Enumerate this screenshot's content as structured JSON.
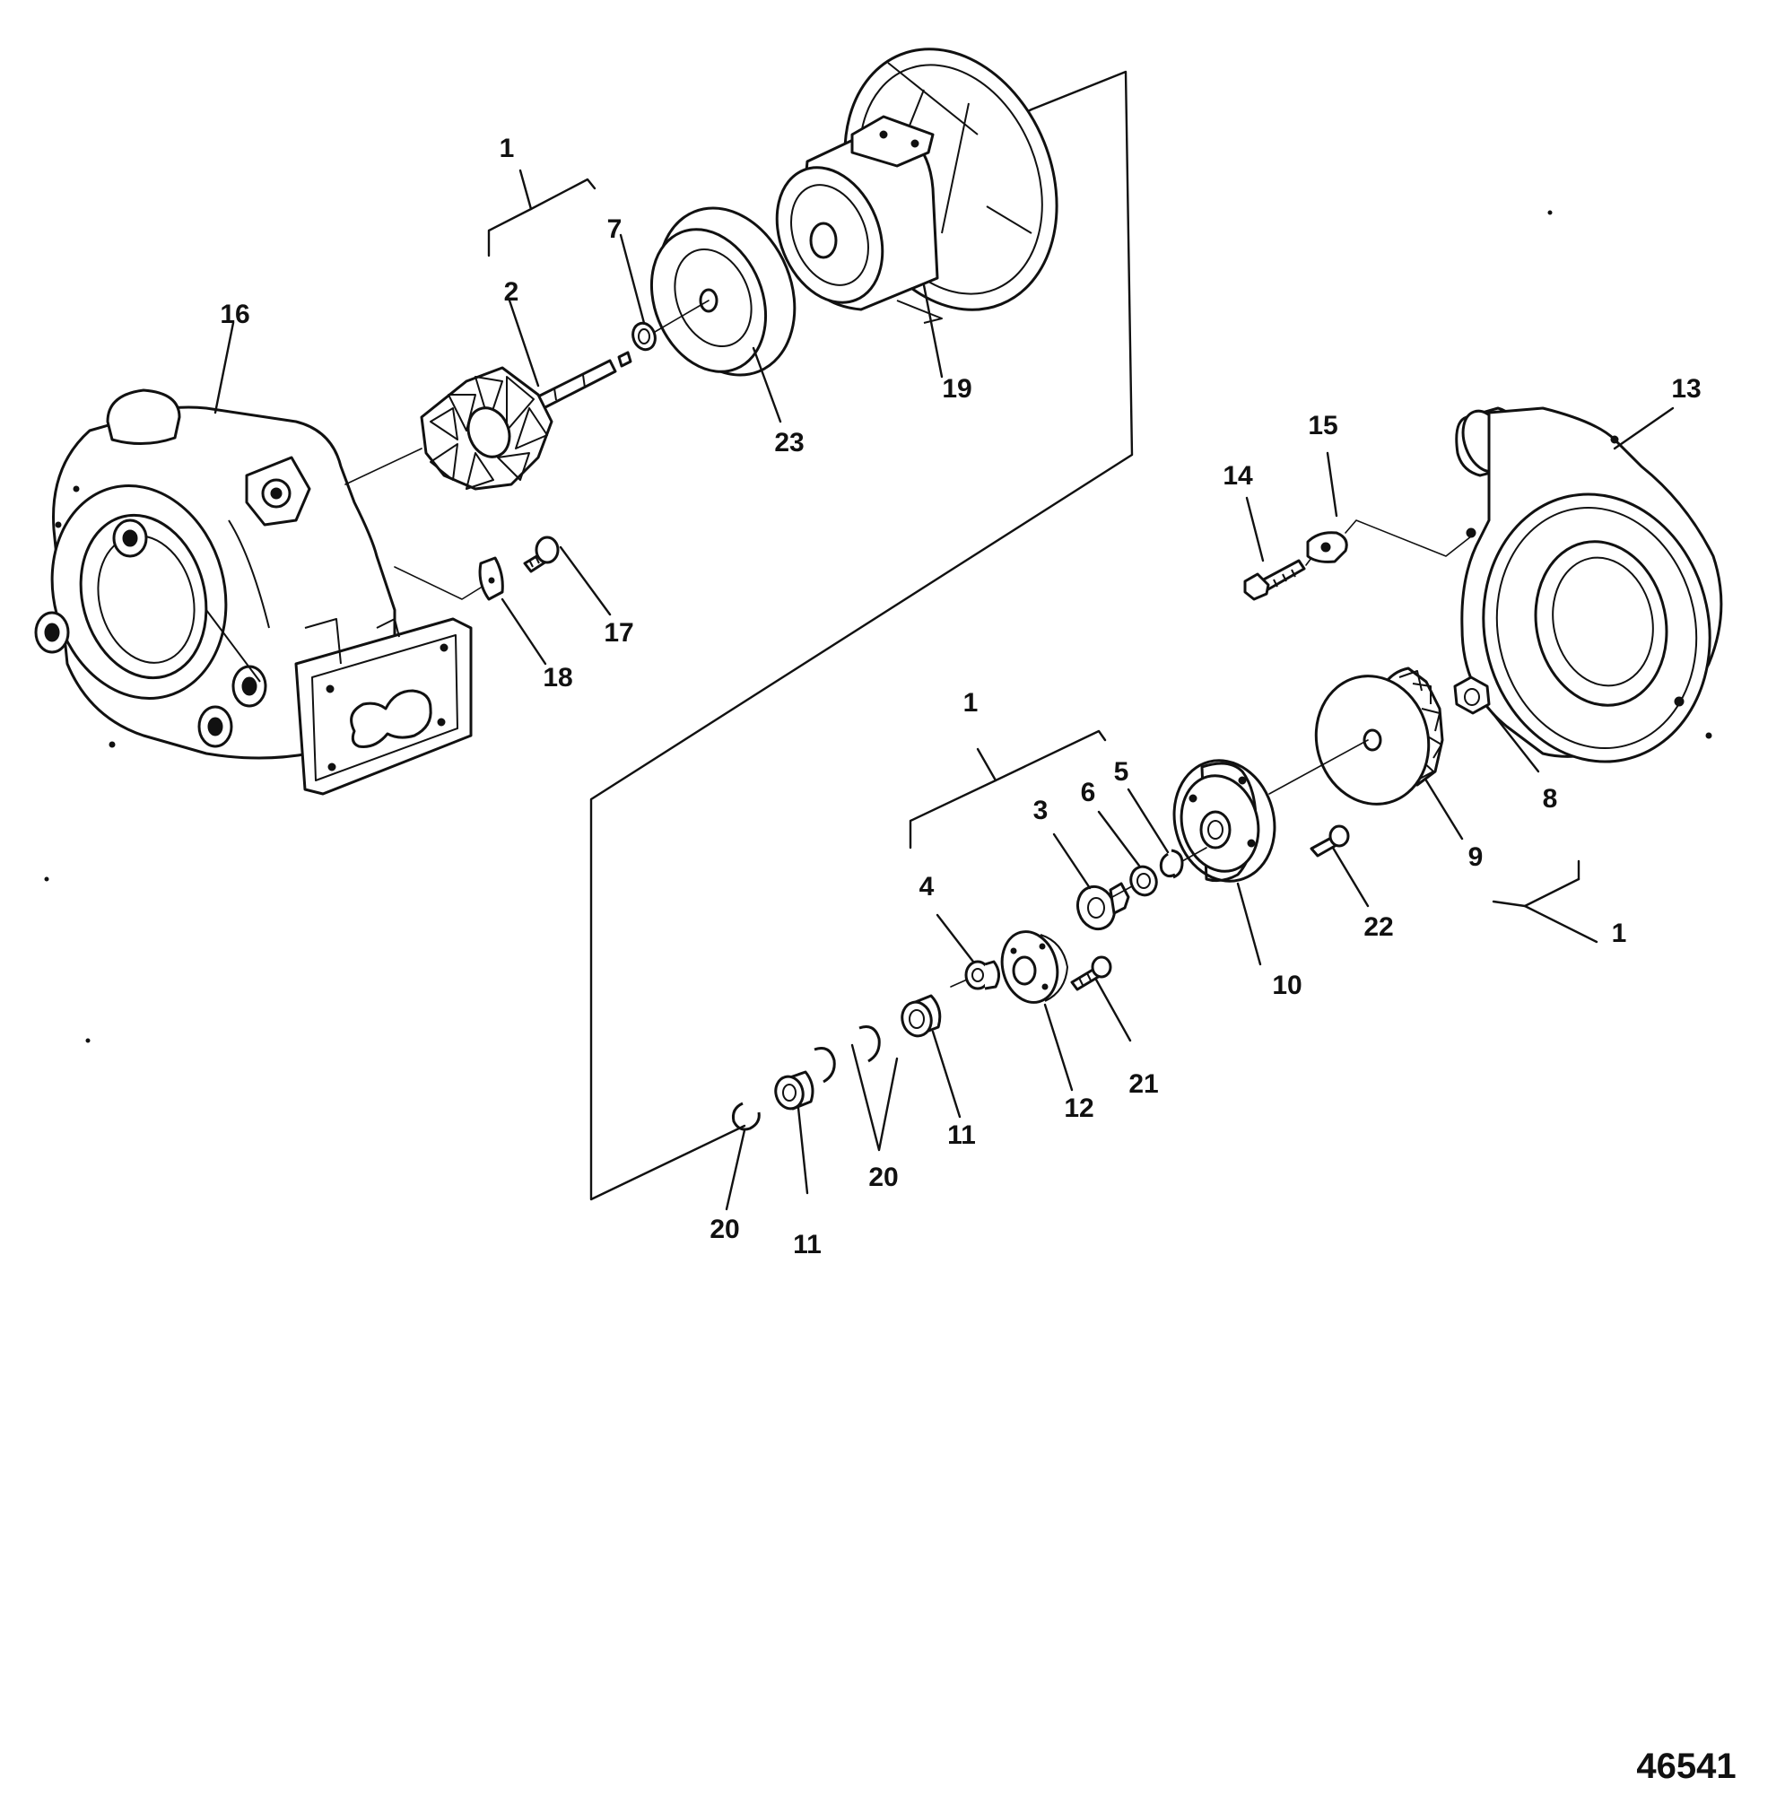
{
  "figure_number": "46541",
  "labels": {
    "l1a": "1",
    "l7": "7",
    "l2": "2",
    "l16": "16",
    "l23": "23",
    "l19": "19",
    "l13": "13",
    "l15": "15",
    "l14": "14",
    "l17": "17",
    "l18": "18",
    "l1b": "1",
    "l5": "5",
    "l6": "6",
    "l3": "3",
    "l8": "8",
    "l9": "9",
    "l1c": "1",
    "l4": "4",
    "l22": "22",
    "l10": "10",
    "l21": "21",
    "l12": "12",
    "l11a": "11",
    "l20a": "20",
    "l20b": "20",
    "l11b": "11"
  }
}
